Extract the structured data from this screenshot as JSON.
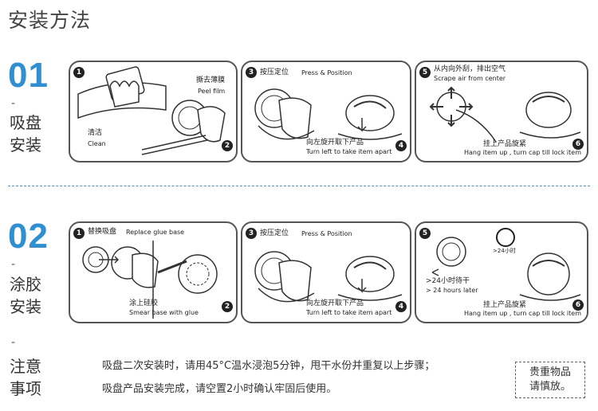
{
  "page_title": "安装方法",
  "sections": [
    {
      "number": "01",
      "dash": "-",
      "label": [
        "吸盘",
        "安装"
      ],
      "panels": [
        {
          "steps": [
            {
              "num": "1"
            },
            {
              "num": "2",
              "cn": "撕去薄膜",
              "en": "Peel film"
            }
          ],
          "extra": {
            "cn": "清洁",
            "en": "Clean"
          }
        },
        {
          "steps": [
            {
              "num": "3",
              "cn": "按压定位",
              "en": "Press & Position"
            },
            {
              "num": "4",
              "cn": "向左旋开取下产品",
              "en": "Turn left to take item apart"
            }
          ]
        },
        {
          "steps": [
            {
              "num": "5",
              "cn": "从内向外刮，排出空气",
              "en": "Scrape air from center"
            },
            {
              "num": "6",
              "cn": "挂上产品旋紧",
              "en": "Hang item up , turn cap till lock item"
            }
          ]
        }
      ]
    },
    {
      "number": "02",
      "dash": "-",
      "label": [
        "涂胶",
        "安装"
      ],
      "panels": [
        {
          "steps": [
            {
              "num": "1",
              "cn": "替换吸盘",
              "en": "Replace glue base"
            },
            {
              "num": "2",
              "cn": "涂上硅胶",
              "en": "Smear base with glue"
            }
          ]
        },
        {
          "steps": [
            {
              "num": "3",
              "cn": "按压定位",
              "en": "Press & Position"
            },
            {
              "num": "4",
              "cn": "向左旋开取下产品",
              "en": "Turn left to take item apart"
            }
          ]
        },
        {
          "steps": [
            {
              "num": "5",
              "cn": ">24小时待干",
              "en": "> 24 hours later"
            },
            {
              "num": "6",
              "cn": "挂上产品旋紧",
              "en": "Hang item up , turn cap till lock item"
            }
          ],
          "clock_label": ">24小时"
        }
      ]
    }
  ],
  "notes": {
    "dash": "-",
    "label": [
      "注意",
      "事项"
    ],
    "lines": [
      "吸盘二次安装时，请用45°C温水浸泡5分钟，甩干水份并重复以上步骤；",
      "吸盘产品安装完成，请空置2小时确认牢固后使用。"
    ],
    "warning": [
      "贵重物品",
      "请慎放。"
    ]
  }
}
